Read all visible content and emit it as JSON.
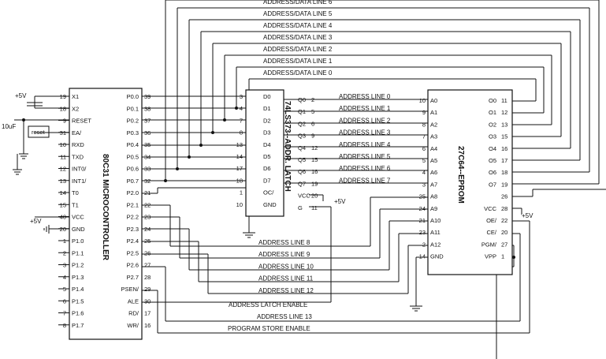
{
  "mcu": {
    "name": "80C31 MICROCONTROLLER",
    "left_pins": [
      {
        "num": "19",
        "name": "X1"
      },
      {
        "num": "18",
        "name": "X2"
      },
      {
        "num": "9",
        "name": "RESET"
      },
      {
        "num": "31",
        "name": "EA/"
      },
      {
        "num": "10",
        "name": "RXD"
      },
      {
        "num": "11",
        "name": "TXD"
      },
      {
        "num": "12",
        "name": "INT0/"
      },
      {
        "num": "13",
        "name": "INT1/"
      },
      {
        "num": "14",
        "name": "T0"
      },
      {
        "num": "15",
        "name": "T1"
      },
      {
        "num": "40",
        "name": "VCC"
      },
      {
        "num": "20",
        "name": "GND"
      },
      {
        "num": "1",
        "name": "P1.0"
      },
      {
        "num": "2",
        "name": "P1.1"
      },
      {
        "num": "3",
        "name": "P1.2"
      },
      {
        "num": "4",
        "name": "P1.3"
      },
      {
        "num": "5",
        "name": "P1.4"
      },
      {
        "num": "6",
        "name": "P1.5"
      },
      {
        "num": "7",
        "name": "P1.6"
      },
      {
        "num": "8",
        "name": "P1.7"
      }
    ],
    "right_pins": [
      {
        "num": "39",
        "name": "P0.0"
      },
      {
        "num": "38",
        "name": "P0.1"
      },
      {
        "num": "37",
        "name": "P0.2"
      },
      {
        "num": "36",
        "name": "P0.3"
      },
      {
        "num": "35",
        "name": "P0.4"
      },
      {
        "num": "34",
        "name": "P0.5"
      },
      {
        "num": "33",
        "name": "P0.6"
      },
      {
        "num": "32",
        "name": "P0.7"
      },
      {
        "num": "21",
        "name": "P2.0"
      },
      {
        "num": "22",
        "name": "P2.1"
      },
      {
        "num": "23",
        "name": "P2.2"
      },
      {
        "num": "24",
        "name": "P2.3"
      },
      {
        "num": "25",
        "name": "P2.4"
      },
      {
        "num": "26",
        "name": "P2.5"
      },
      {
        "num": "27",
        "name": "P2.6"
      },
      {
        "num": "28",
        "name": "P2.7"
      },
      {
        "num": "29",
        "name": "PSEN/"
      },
      {
        "num": "30",
        "name": "ALE"
      },
      {
        "num": "17",
        "name": "RD/"
      },
      {
        "num": "16",
        "name": "WR/"
      }
    ]
  },
  "latch": {
    "name": "74LS373--ADDR. LATCH",
    "left_pins": [
      {
        "num": "3",
        "name": "D0"
      },
      {
        "num": "4",
        "name": "D1"
      },
      {
        "num": "7",
        "name": "D2"
      },
      {
        "num": "8",
        "name": "D3"
      },
      {
        "num": "13",
        "name": "D4"
      },
      {
        "num": "14",
        "name": "D5"
      },
      {
        "num": "17",
        "name": "D6"
      },
      {
        "num": "18",
        "name": "D7"
      },
      {
        "num": "1",
        "name": "OC/"
      },
      {
        "num": "10",
        "name": "GND"
      }
    ],
    "right_pins": [
      {
        "num": "2",
        "name": "Q0"
      },
      {
        "num": "5",
        "name": "Q1"
      },
      {
        "num": "6",
        "name": "Q2"
      },
      {
        "num": "9",
        "name": "Q3"
      },
      {
        "num": "12",
        "name": "Q4"
      },
      {
        "num": "15",
        "name": "Q5"
      },
      {
        "num": "16",
        "name": "Q6"
      },
      {
        "num": "19",
        "name": "Q7"
      },
      {
        "num": "20",
        "name": "VCC"
      },
      {
        "num": "11",
        "name": "G"
      }
    ]
  },
  "eprom": {
    "name": "27C64--EPROM",
    "left_pins": [
      {
        "num": "10",
        "name": "A0"
      },
      {
        "num": "9",
        "name": "A1"
      },
      {
        "num": "8",
        "name": "A2"
      },
      {
        "num": "7",
        "name": "A3"
      },
      {
        "num": "6",
        "name": "A4"
      },
      {
        "num": "5",
        "name": "A5"
      },
      {
        "num": "4",
        "name": "A6"
      },
      {
        "num": "3",
        "name": "A7"
      },
      {
        "num": "25",
        "name": "A8"
      },
      {
        "num": "24",
        "name": "A9"
      },
      {
        "num": "21",
        "name": "A10"
      },
      {
        "num": "23",
        "name": "A11"
      },
      {
        "num": "2",
        "name": "A12"
      },
      {
        "num": "14",
        "name": "GND"
      }
    ],
    "right_pins": [
      {
        "num": "11",
        "name": "O0"
      },
      {
        "num": "12",
        "name": "O1"
      },
      {
        "num": "13",
        "name": "O2"
      },
      {
        "num": "15",
        "name": "O3"
      },
      {
        "num": "16",
        "name": "O4"
      },
      {
        "num": "17",
        "name": "O5"
      },
      {
        "num": "18",
        "name": "O6"
      },
      {
        "num": "19",
        "name": "O7"
      },
      {
        "num": "26",
        "name": ""
      },
      {
        "num": "28",
        "name": "VCC"
      },
      {
        "num": "22",
        "name": "OE/"
      },
      {
        "num": "20",
        "name": "CE/"
      },
      {
        "num": "27",
        "name": "PGM/"
      },
      {
        "num": "1",
        "name": "VPP"
      }
    ]
  },
  "data_lines": [
    "ADDRESS/DATA LINE 6",
    "ADDRESS/DATA LINE 5",
    "ADDRESS/DATA LINE 4",
    "ADDRESS/DATA LINE 3",
    "ADDRESS/DATA LINE 2",
    "ADDRESS/DATA LINE 1",
    "ADDRESS/DATA LINE 0"
  ],
  "addr_low_lines": [
    "ADDRESS LINE 0",
    "ADDRESS LINE 1",
    "ADDRESS LINE 2",
    "ADDRESS LINE 3",
    "ADDRESS LINE 4",
    "ADDRESS LINE 5",
    "ADDRESS LINE 6",
    "ADDRESS LINE 7"
  ],
  "addr_high_lines": [
    "ADDRESS LINE 8",
    "ADDRESS LINE 9",
    "ADDRESS LINE 10",
    "ADDRESS LINE 11",
    "ADDRESS LINE 12"
  ],
  "ale_label": "ADDRESS LATCH ENABLE",
  "addr13_label": "ADDRESS LINE 13",
  "psen_label": "PROGRAM STORE ENABLE",
  "supply": {
    "plus5v": "+5V",
    "cap": "10uF",
    "reset": "reset"
  }
}
